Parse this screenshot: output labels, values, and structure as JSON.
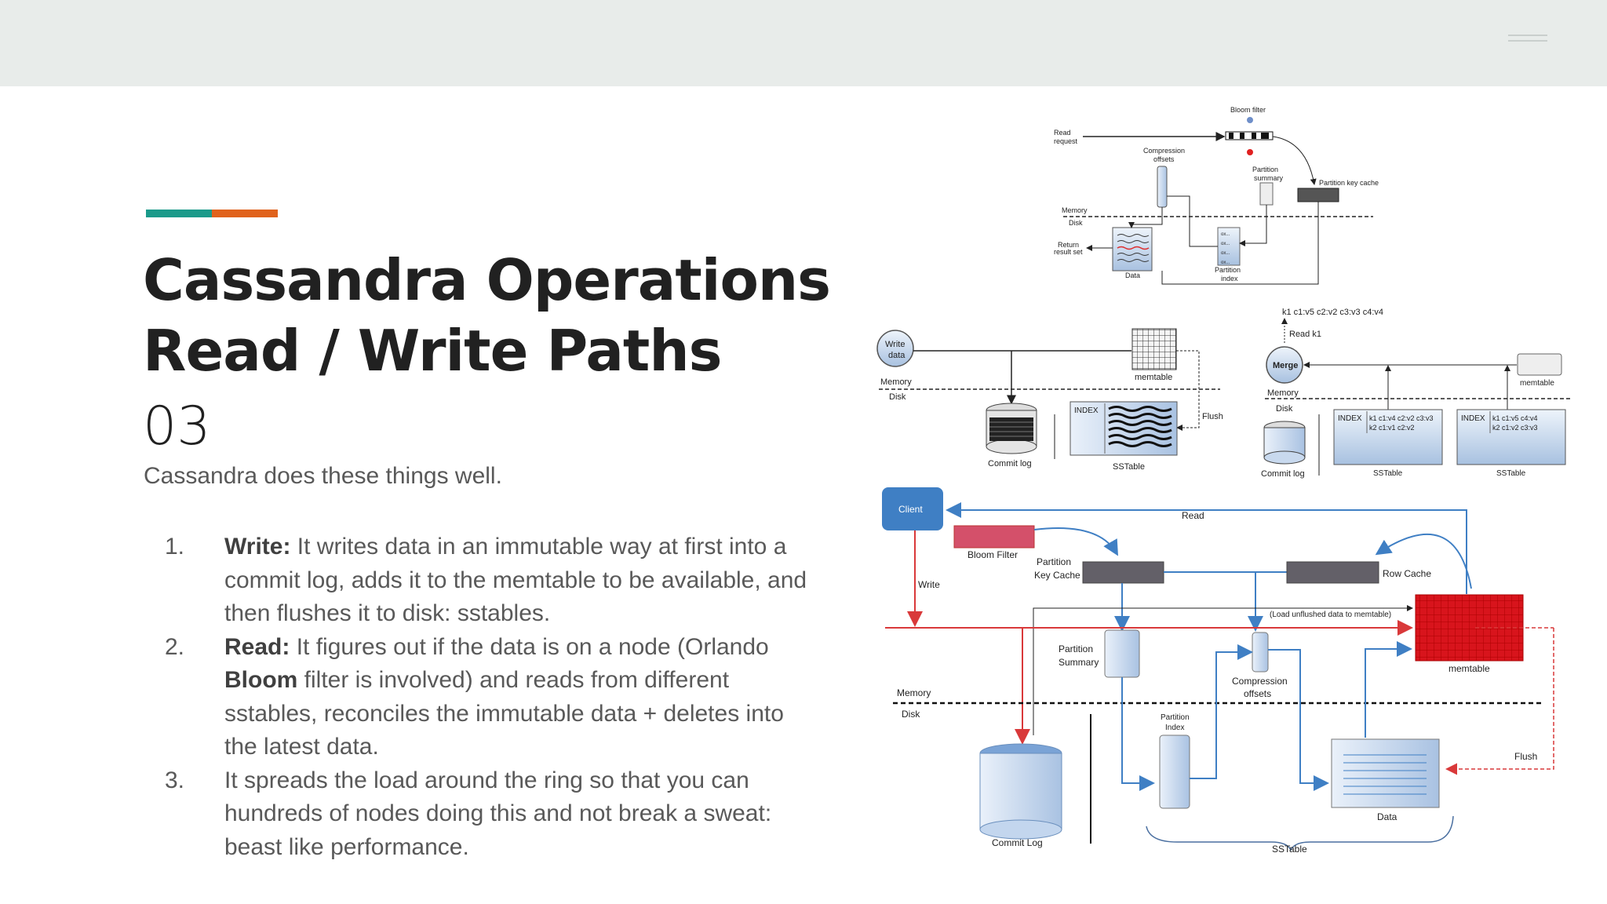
{
  "title": {
    "line1": "Cassandra Operations",
    "line2": "Read / Write Paths"
  },
  "slide_number": "03",
  "subtitle": "Cassandra does these things well.",
  "list": [
    {
      "number": "1.",
      "bold": "Write:",
      "text": " It writes data in an immutable way at first into a commit log, adds it to the memtable to be available, and then flushes it to disk: sstables."
    },
    {
      "number": "2.",
      "bold": "Read:",
      "text": " It figures out if the data is on a node (Orlando ",
      "bold2": "Bloom",
      "text2": " filter is involved) and reads from different sstables, reconciles the immutable data + deletes into the latest data."
    },
    {
      "number": "3.",
      "bold": "",
      "text": "It spreads the load around the ring so that you can hundreds of nodes doing this and not break a sweat: beast like performance."
    }
  ],
  "diagram_top": {
    "read_request": [
      "Read",
      "request"
    ],
    "bloom_filter": "Bloom filter",
    "compression_offsets": [
      "Compression",
      "offsets"
    ],
    "partition_summary": [
      "Partition",
      "summary"
    ],
    "partition_key_cache": "Partition key cache",
    "memory": "Memory",
    "disk": "Disk",
    "return_result": [
      "Return",
      "result set"
    ],
    "data": "Data",
    "partition_index": [
      "Partition",
      "index"
    ],
    "ox": "ox..."
  },
  "diagram_write": {
    "write_data": [
      "Write",
      "data"
    ],
    "memtable": "memtable",
    "memory": "Memory",
    "disk": "Disk",
    "flush": "Flush",
    "index": "INDEX",
    "commit_log": "Commit log",
    "sstable": "SSTable"
  },
  "diagram_merge": {
    "result": "k1 c1:v5 c2:v2 c3:v3 c4:v4",
    "read_k1": "Read k1",
    "merge": "Merge",
    "memtable": "memtable",
    "memory": "Memory",
    "disk": "Disk",
    "commit_log": "Commit log",
    "index": "INDEX",
    "sst1_rows": [
      "k1 c1:v4 c2:v2 c3:v3",
      "k2 c1:v1 c2:v2"
    ],
    "sst2_rows": [
      "k1 c1:v5 c4:v4",
      "k2 c1:v2 c3:v3"
    ],
    "sstable": "SSTable"
  },
  "diagram_bottom": {
    "client": "Client",
    "read": "Read",
    "write": "Write",
    "bloom_filter": "Bloom Filter",
    "partition_key_cache": [
      "Partition",
      "Key Cache"
    ],
    "row_cache": "Row Cache",
    "load_unflushed": "(Load unflushed data to memtable)",
    "memtable": "memtable",
    "partition_summary": [
      "Partition",
      "Summary"
    ],
    "compression_offsets": [
      "Compression",
      "offsets"
    ],
    "memory": "Memory",
    "disk": "Disk",
    "partition_index": [
      "Partition",
      "Index"
    ],
    "flush": "Flush",
    "commit_log": "Commit Log",
    "data": "Data",
    "sstable": "SSTable"
  },
  "colors": {
    "teal": "#1b9a8a",
    "orange": "#e0621c",
    "topbar": "#e8ecea",
    "client_blue": "#3f7fc4",
    "write_red": "#d9393a",
    "bloom_pink": "#d4506a"
  }
}
